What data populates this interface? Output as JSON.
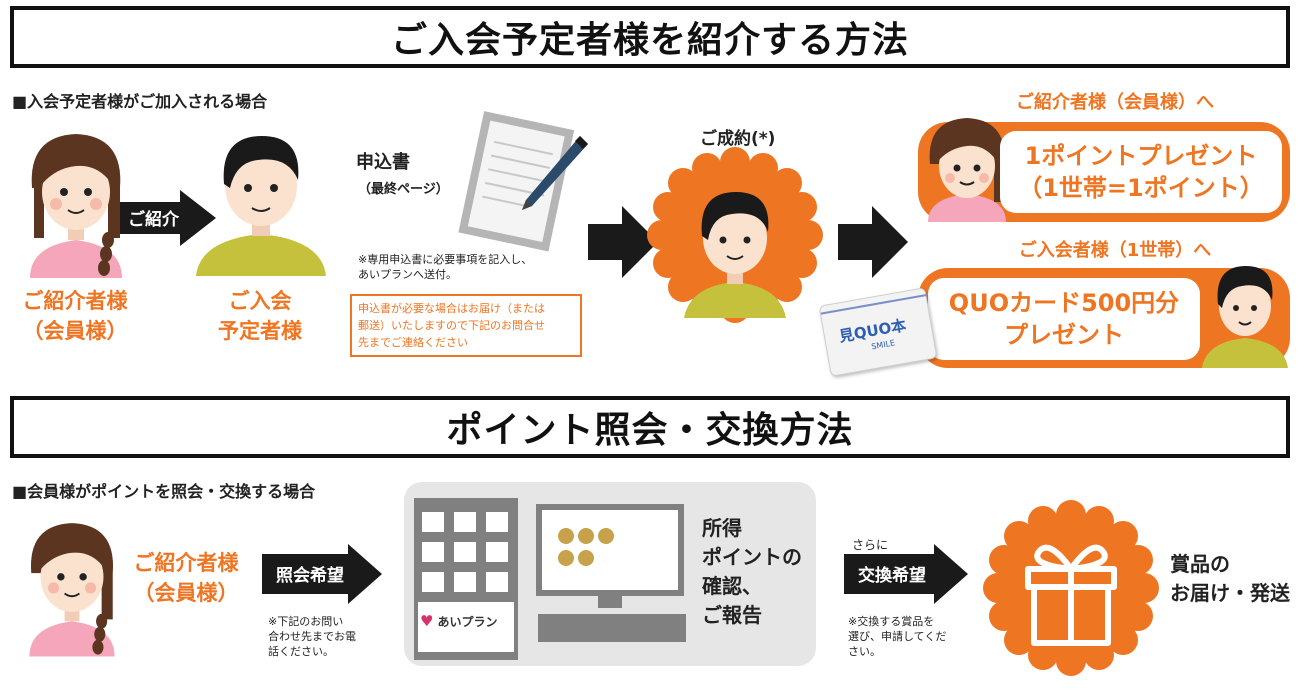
{
  "section1": {
    "title": "ご入会予定者様を紹介する方法",
    "subtitle": "■入会予定者様がご加入される場合",
    "referrer_label": [
      "ご紹介者様",
      "（会員様）"
    ],
    "arrow_label": "ご紹介",
    "prospect_label": [
      "ご入会",
      "予定者様"
    ],
    "form_title": "申込書",
    "form_sub": "（最終ページ）",
    "form_note": [
      "※専用申込書に必要事項を記入し、",
      "あいプランへ送付。"
    ],
    "form_box_note": [
      "申込書が必要な場合はお届け（または",
      "郵送）いたしますので下記のお問合せ",
      "先までご連絡ください"
    ],
    "contract_label": "ご成約(*)",
    "reward1_head": "ご紹介者様（会員様）へ",
    "reward1_lines": [
      "1ポイントプレゼント",
      "（1世帯=1ポイント）"
    ],
    "reward2_head": "ご入会者様（1世帯）へ",
    "reward2_lines": [
      "QUOカード500円分",
      "プレゼント"
    ],
    "card_text": "見QUO本",
    "card_smile": "SMILE"
  },
  "section2": {
    "title": "ポイント照会・交換方法",
    "subtitle": "■会員様がポイントを照会・交換する場合",
    "member_label": [
      "ご紹介者様",
      "（会員様）"
    ],
    "arrow1_label": "照会希望",
    "arrow1_note": [
      "※下記のお問い",
      "合わせ先までお電",
      "話ください。"
    ],
    "logo_text": "あいプラン",
    "screen_text": [
      "所得",
      "ポイントの",
      "確認、",
      "ご報告"
    ],
    "arrow2_pre": "さらに",
    "arrow2_label": "交換希望",
    "arrow2_note": [
      "※交換する賞品を",
      "選び、申請してくだ",
      "さい。"
    ],
    "delivery": [
      "賞品の",
      "お届け・発送"
    ]
  },
  "colors": {
    "accent": "#ee7522",
    "dark": "#1a1a1a",
    "skin": "#fbe2cf",
    "green": "#c5c13c",
    "pink": "#f6a6bb"
  }
}
